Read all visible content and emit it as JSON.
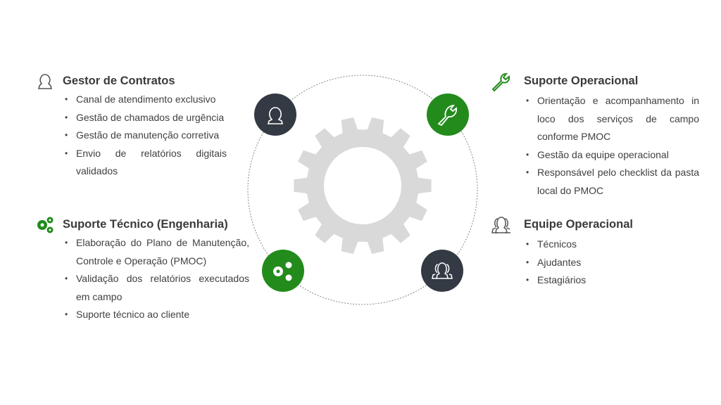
{
  "sections": [
    {
      "title": "Gestor de Contratos",
      "icon": "person-icon",
      "items": [
        "Canal de atendimento exclusivo",
        "Gestão de chamados de urgência",
        "Gestão de manutenção corretiva",
        "Envio de relatórios digitais validados"
      ]
    },
    {
      "title": "Suporte Técnico (Engenharia)",
      "icon": "gears-icon",
      "items": [
        "Elaboração do Plano de Manutenção, Controle e Operação (PMOC)",
        "Validação dos relatórios executados em campo",
        "Suporte técnico ao cliente"
      ]
    },
    {
      "title": "Suporte Operacional",
      "icon": "wrench-icon",
      "items": [
        "Orientação e acompanhamento in loco dos serviços de campo conforme PMOC",
        "Gestão da equipe operacional",
        "Responsável pelo checklist da pasta local do PMOC"
      ]
    },
    {
      "title": "Equipe Operacional",
      "icon": "team-icon",
      "items": [
        "Técnicos",
        "Ajudantes",
        "Estagiários"
      ]
    }
  ],
  "colors": {
    "green": "#228b1c",
    "dark": "#333a43",
    "gear": "#d9d9d9",
    "text": "#404040"
  }
}
